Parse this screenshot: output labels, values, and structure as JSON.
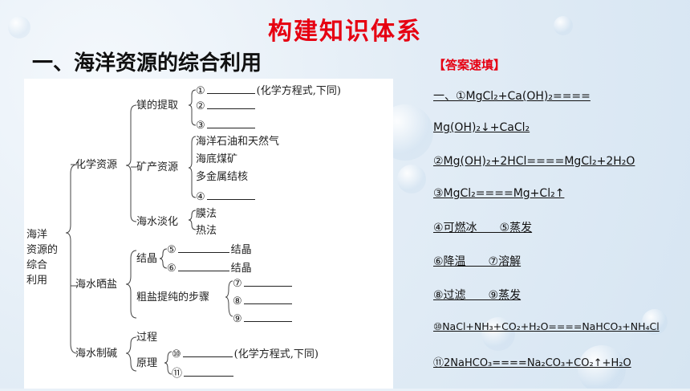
{
  "title": "构建知识体系",
  "section_heading": "一、海洋资源的综合利用",
  "diagram": {
    "root_lines": [
      "海洋",
      "资源的",
      "综合",
      "利用"
    ],
    "chemical_resources": "化学资源",
    "mg_extraction": "镁的提取",
    "mg_items": [
      "①",
      "②",
      "③"
    ],
    "mg_note": "(化学方程式,下同)",
    "mineral_resources": "矿产资源",
    "mineral_items": [
      "海洋石油和天然气",
      "海底煤矿",
      "多金属结核",
      "④"
    ],
    "desalination": "海水淡化",
    "desal_items": [
      "膜法",
      "热法"
    ],
    "sea_salt": "海水晒盐",
    "crystallization": "结晶",
    "cryst_items": [
      "⑤",
      "⑥"
    ],
    "cryst_suffix": "结晶",
    "purification": "粗盐提纯的步骤",
    "purif_items": [
      "⑦",
      "⑧",
      "⑨"
    ],
    "alkali": "海水制碱",
    "process": "过程",
    "principle": "原理",
    "principle_items": [
      "⑩",
      "⑪"
    ],
    "principle_note": "(化学方程式,下同)"
  },
  "answers": {
    "heading": "【答案速填】",
    "lines": [
      "一、①MgCl₂+Ca(OH)₂====",
      "Mg(OH)₂↓+CaCl₂",
      "②Mg(OH)₂+2HCl====MgCl₂+2H₂O",
      "③MgCl₂====Mg+Cl₂↑",
      "④可燃冰　　⑤蒸发",
      "⑥降温　　⑦溶解",
      "⑧过滤　　⑨蒸发",
      "⑩NaCl+NH₃+CO₂+H₂O====NaHCO₃+NH₄Cl",
      "⑪2NaHCO₃====Na₂CO₃+CO₂↑+H₂O"
    ]
  }
}
